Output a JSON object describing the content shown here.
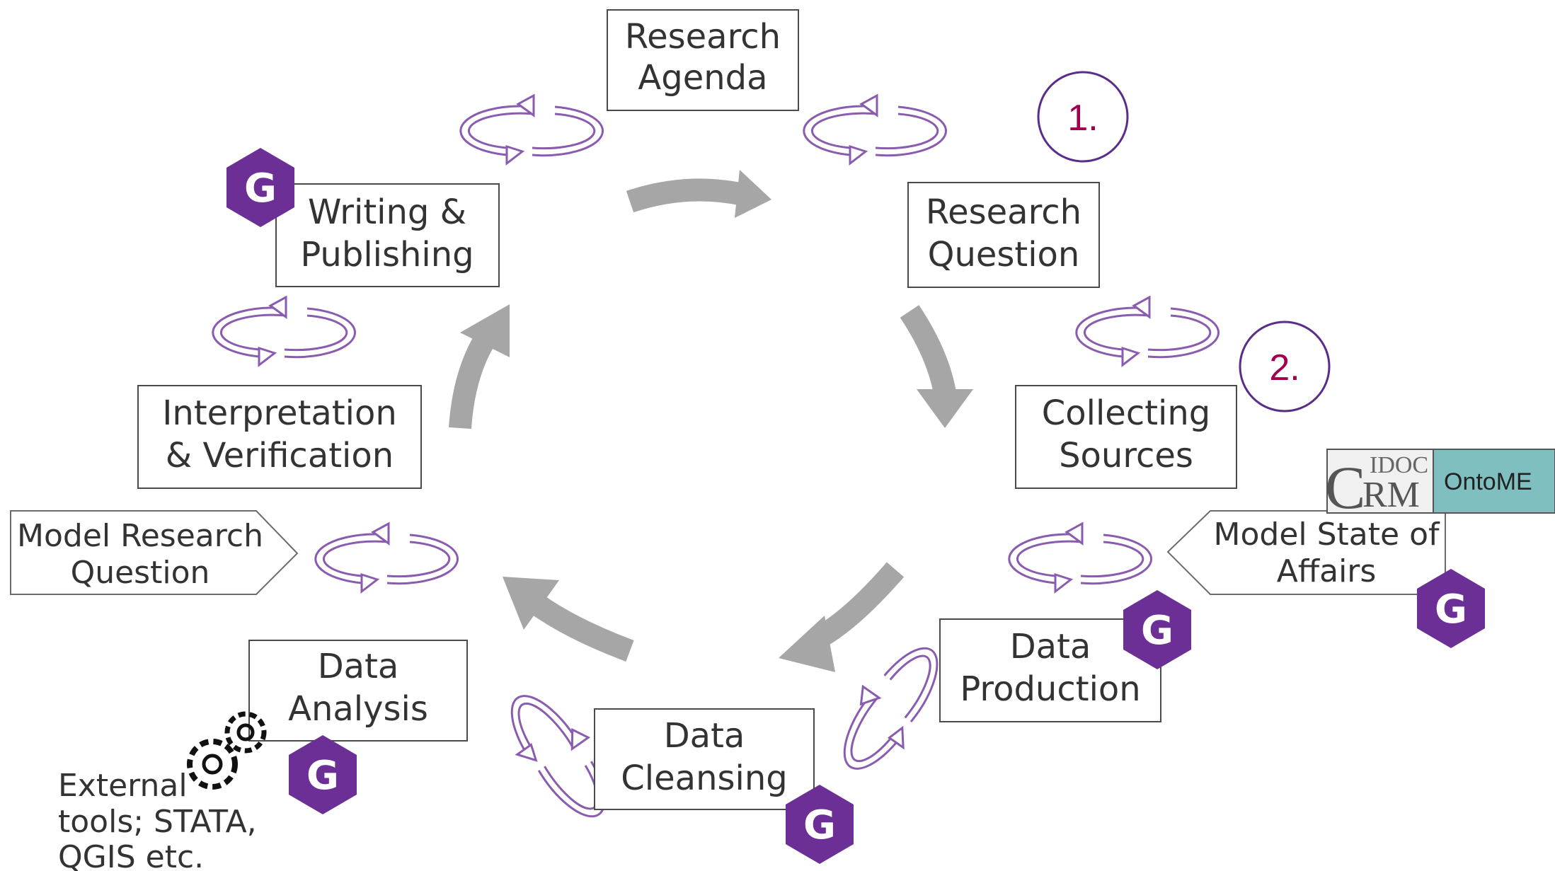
{
  "stages": {
    "research_agenda": [
      "Research",
      "Agenda"
    ],
    "research_question": [
      "Research",
      "Question"
    ],
    "collecting_sources": [
      "Collecting",
      "Sources"
    ],
    "data_production": [
      "Data",
      "Production"
    ],
    "data_cleansing": [
      "Data",
      "Cleansing"
    ],
    "data_analysis": [
      "Data",
      "Analysis"
    ],
    "interpretation": [
      "Interpretation",
      "& Verification"
    ],
    "writing": [
      "Writing &",
      "Publishing"
    ]
  },
  "model_research_question": [
    "Model Research",
    "Question"
  ],
  "model_state_of_affairs": [
    "Model State of",
    "Affairs"
  ],
  "external_tools": [
    "External",
    "tools; STATA,",
    "QGIS etc."
  ],
  "badges": {
    "one": "1.",
    "two": "2."
  },
  "logo": {
    "crm_letter_c": "C",
    "crm_idoc": "IDOC",
    "crm_rm": "RM",
    "ontome": "OntoME"
  },
  "gravity_icon_letter": "G",
  "colors": {
    "purple": "#6b2f96",
    "badge_text": "#a0004c",
    "arrow_gray": "#a6a6a6",
    "box_border": "#4a4a4a",
    "ontome_bg": "#7fbfbf"
  }
}
